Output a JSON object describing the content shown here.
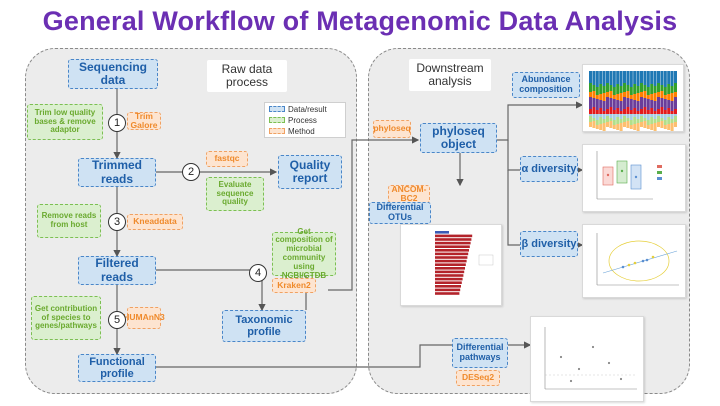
{
  "title": "General Workflow of Metagenomic Data Analysis",
  "left_header": "Raw data process",
  "right_header": "Downstream analysis",
  "legend": {
    "data": "Data/result",
    "process": "Process",
    "method": "Method"
  },
  "nodes": {
    "sequencing_data": "Sequencing data",
    "trimmed_reads": "Trimmed reads",
    "quality_report": "Quality report",
    "filtered_reads": "Filtered reads",
    "taxonomic_profile": "Taxonomic profile",
    "functional_profile": "Functional profile",
    "phyloseq_object": "phyloseq object",
    "abundance_composition": "Abundance composition",
    "alpha_diversity": "α diversity",
    "beta_diversity": "β diversity",
    "differential_otus": "Differential OTUs",
    "differential_pathways": "Differential pathways"
  },
  "processes": {
    "trim": "Trim low quality bases & remove adaptor",
    "evaluate": "Evaluate sequence quality",
    "remove_host": "Remove reads from host",
    "composition": "Get composition of microbial community using NCBI/GTDB",
    "contribution": "Get contribution of species to genes/pathways"
  },
  "methods": {
    "trim_galore": "Trim Galore",
    "fastqc": "fastqc",
    "kneaddata": "Kneaddata",
    "kraken2": "Kraken2",
    "humann3": "HUMAnN3",
    "phyloseq": "phyloseq",
    "ancombc2": "ANCOM-BC2",
    "deseq2": "DESeq2"
  },
  "steps": [
    "1",
    "2",
    "3",
    "4",
    "5"
  ],
  "colors": {
    "title": "#6b2fb3",
    "data": "#4a86c8",
    "process": "#7cbf53",
    "method": "#f0a162"
  }
}
